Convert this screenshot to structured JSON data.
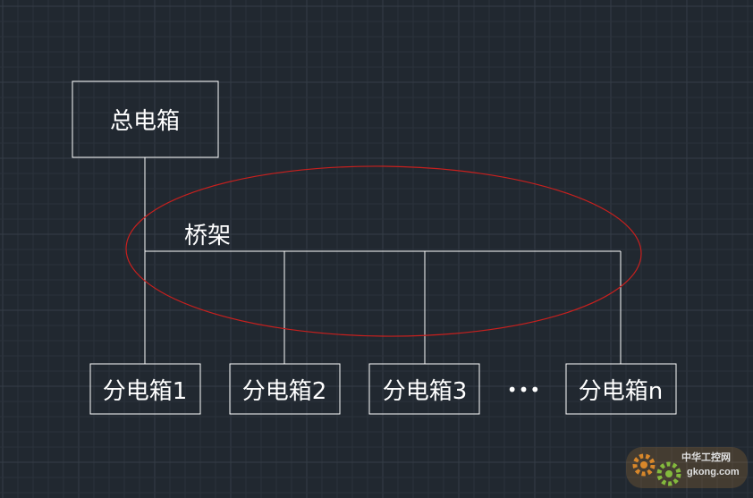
{
  "diagram": {
    "main_box": {
      "label": "总电箱"
    },
    "tray": {
      "label": "桥架"
    },
    "sub_boxes": [
      {
        "label": "分电箱1"
      },
      {
        "label": "分电箱2"
      },
      {
        "label": "分电箱3"
      },
      {
        "label": "分电箱n"
      }
    ],
    "ellipsis": "•••"
  },
  "colors": {
    "background": "#212830",
    "grid_minor": "#2b323b",
    "grid_major": "#353d47",
    "lines": "#ffffff",
    "highlight_ellipse": "#c8201e"
  },
  "watermark": {
    "logo": "gear-logo",
    "site_cn": "中华工控网",
    "site_url": "gkong.com"
  }
}
